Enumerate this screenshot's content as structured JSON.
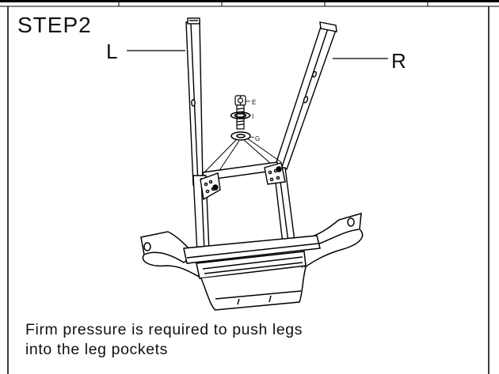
{
  "step": {
    "title": "STEP2"
  },
  "labels": {
    "left_leg": "L",
    "right_leg": "R"
  },
  "parts": {
    "bolt": "E",
    "lock_washer": "I",
    "flat_washer": "G"
  },
  "caption": {
    "line1": "Firm pressure is required to push legs",
    "line2": "into the leg pockets"
  }
}
